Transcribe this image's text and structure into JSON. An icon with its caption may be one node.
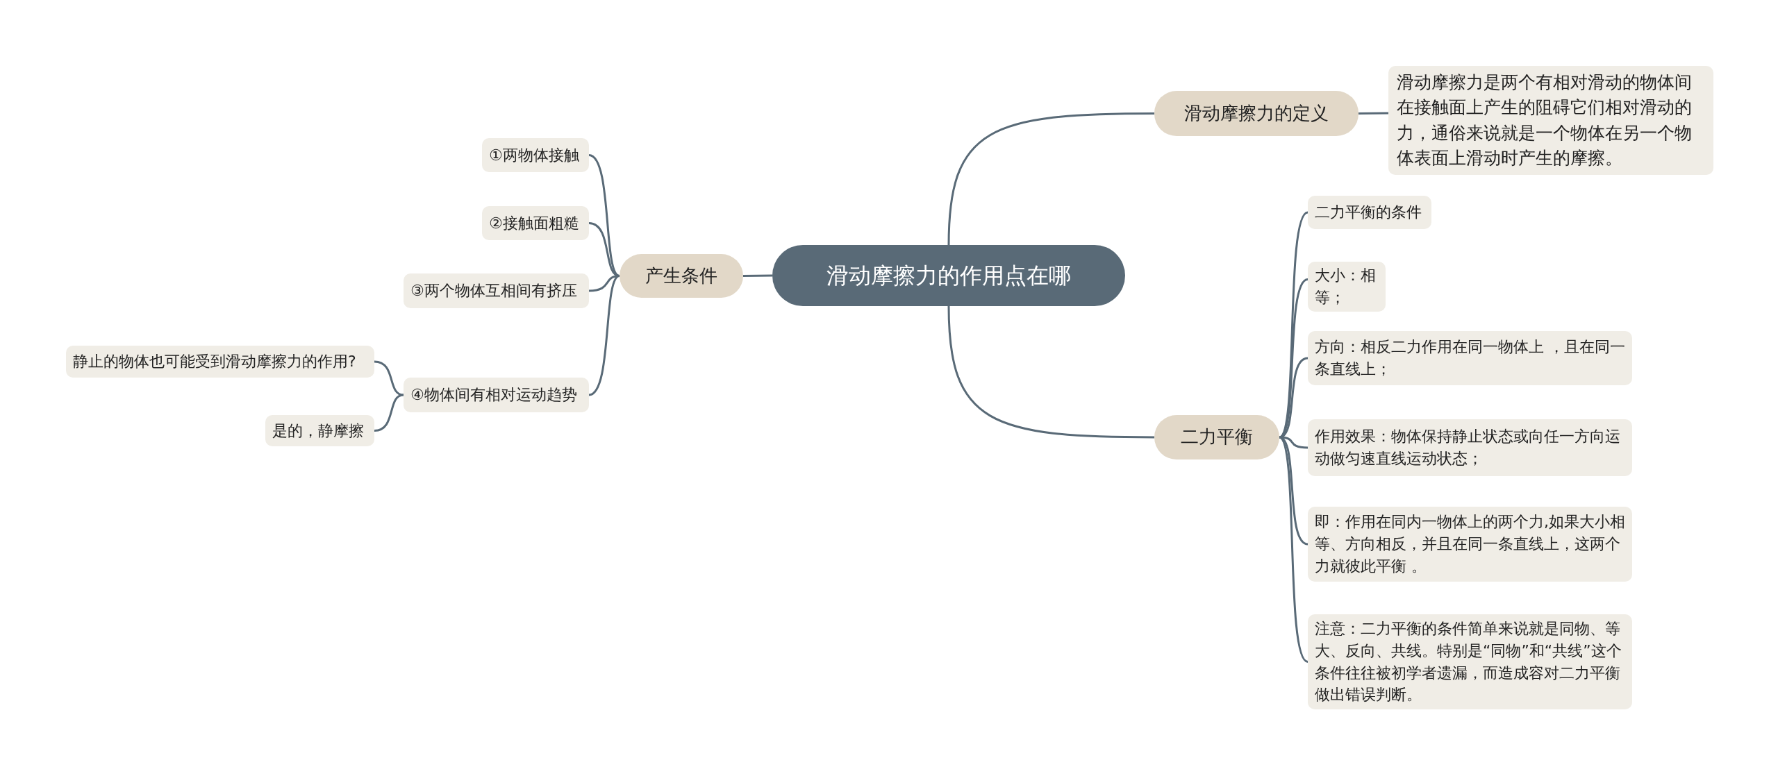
{
  "diagram": {
    "nodes": [
      {
        "text": [
          "滑动摩擦力的作用点在哪"
        ]
      },
      {
        "text": [
          "滑动摩擦力的定义"
        ]
      },
      {
        "text": [
          "滑动摩擦力是两个有相对滑动的物体间在接触面上产生的阻碍它们相对滑动的力，通俗来说就是一个物体在另一个物体表面上滑动时产生的摩擦。"
        ]
      },
      {
        "text": [
          "二力平衡"
        ]
      },
      {
        "text": [
          "二力平衡的条件"
        ]
      },
      {
        "text": [
          "大小：相等；"
        ]
      },
      {
        "text": [
          "方向：相反二力作用在同一物体上 ，且在同一条直线上；"
        ]
      },
      {
        "text": [
          "作用效果：物体保持静止状态或向任一方向运动做匀速直线运动状态；"
        ]
      },
      {
        "text": [
          "即：作用在同内一物体上的两个力,如果大小相等、方向相反，并且在同一条直线上，这两个力就彼此平衡 。"
        ]
      },
      {
        "text": [
          "注意：二力平衡的条件简单来说就是同物、等大、反向、共线。特别是“同物”和“共线”这个条件往往被初学者遗漏，而造成容对二力平衡做出错误判断。"
        ]
      },
      {
        "text": [
          "产生条件"
        ]
      },
      {
        "text": [
          "①两物体接触"
        ]
      },
      {
        "text": [
          "②接触面粗糙"
        ]
      },
      {
        "text": [
          "③两个物体互相间有挤压"
        ]
      },
      {
        "text": [
          "④物体间有相对运动趋势"
        ]
      },
      {
        "text": [
          "静止的物体也可能受到滑动摩擦力的作用?"
        ]
      },
      {
        "text": [
          "是的，静摩擦"
        ]
      }
    ],
    "edges": [
      {
        "from": 0,
        "to": 1,
        "arrow": "none"
      },
      {
        "from": 1,
        "to": 2,
        "arrow": "none"
      },
      {
        "from": 0,
        "to": 3,
        "arrow": "none"
      },
      {
        "from": 3,
        "to": 4,
        "arrow": "none"
      },
      {
        "from": 3,
        "to": 5,
        "arrow": "none"
      },
      {
        "from": 3,
        "to": 6,
        "arrow": "none"
      },
      {
        "from": 3,
        "to": 7,
        "arrow": "none"
      },
      {
        "from": 3,
        "to": 8,
        "arrow": "none"
      },
      {
        "from": 3,
        "to": 9,
        "arrow": "none"
      },
      {
        "from": 0,
        "to": 10,
        "arrow": "none"
      },
      {
        "from": 10,
        "to": 11,
        "arrow": "none"
      },
      {
        "from": 10,
        "to": 12,
        "arrow": "none"
      },
      {
        "from": 10,
        "to": 13,
        "arrow": "none"
      },
      {
        "from": 10,
        "to": 14,
        "arrow": "none"
      },
      {
        "from": 14,
        "to": 15,
        "arrow": "none"
      },
      {
        "from": 14,
        "to": 16,
        "arrow": "none"
      }
    ]
  }
}
